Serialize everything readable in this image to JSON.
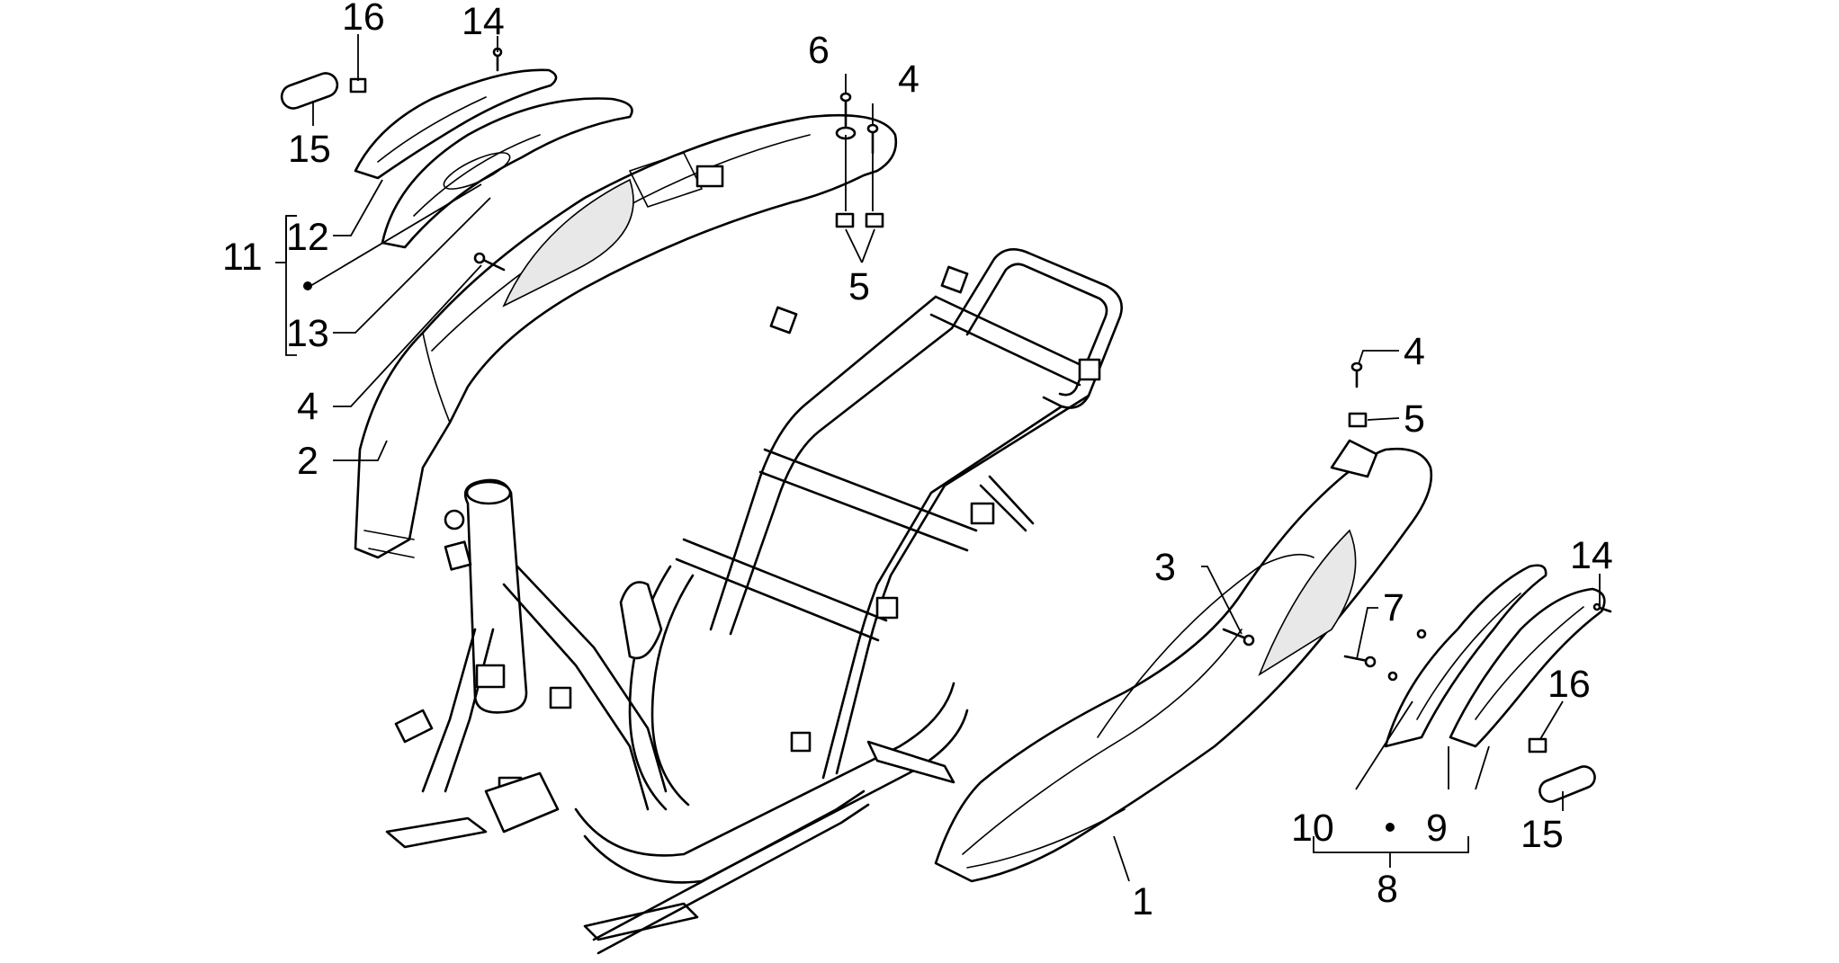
{
  "diagram": {
    "callouts": [
      {
        "id": "c1",
        "label": "1"
      },
      {
        "id": "c2",
        "label": "2"
      },
      {
        "id": "c3",
        "label": "3"
      },
      {
        "id": "c4a",
        "label": "4"
      },
      {
        "id": "c4b",
        "label": "4"
      },
      {
        "id": "c4c",
        "label": "4"
      },
      {
        "id": "c5a",
        "label": "5"
      },
      {
        "id": "c5b",
        "label": "5"
      },
      {
        "id": "c6",
        "label": "6"
      },
      {
        "id": "c7",
        "label": "7"
      },
      {
        "id": "c8",
        "label": "8"
      },
      {
        "id": "c9",
        "label": "9"
      },
      {
        "id": "c10",
        "label": "10"
      },
      {
        "id": "c11",
        "label": "11"
      },
      {
        "id": "c12",
        "label": "12"
      },
      {
        "id": "c13",
        "label": "13"
      },
      {
        "id": "c14a",
        "label": "14"
      },
      {
        "id": "c14b",
        "label": "14"
      },
      {
        "id": "c15a",
        "label": "15"
      },
      {
        "id": "c15b",
        "label": "15"
      },
      {
        "id": "c16a",
        "label": "16"
      },
      {
        "id": "c16b",
        "label": "16"
      }
    ]
  },
  "colors": {
    "line": "#000000",
    "background": "#ffffff"
  }
}
